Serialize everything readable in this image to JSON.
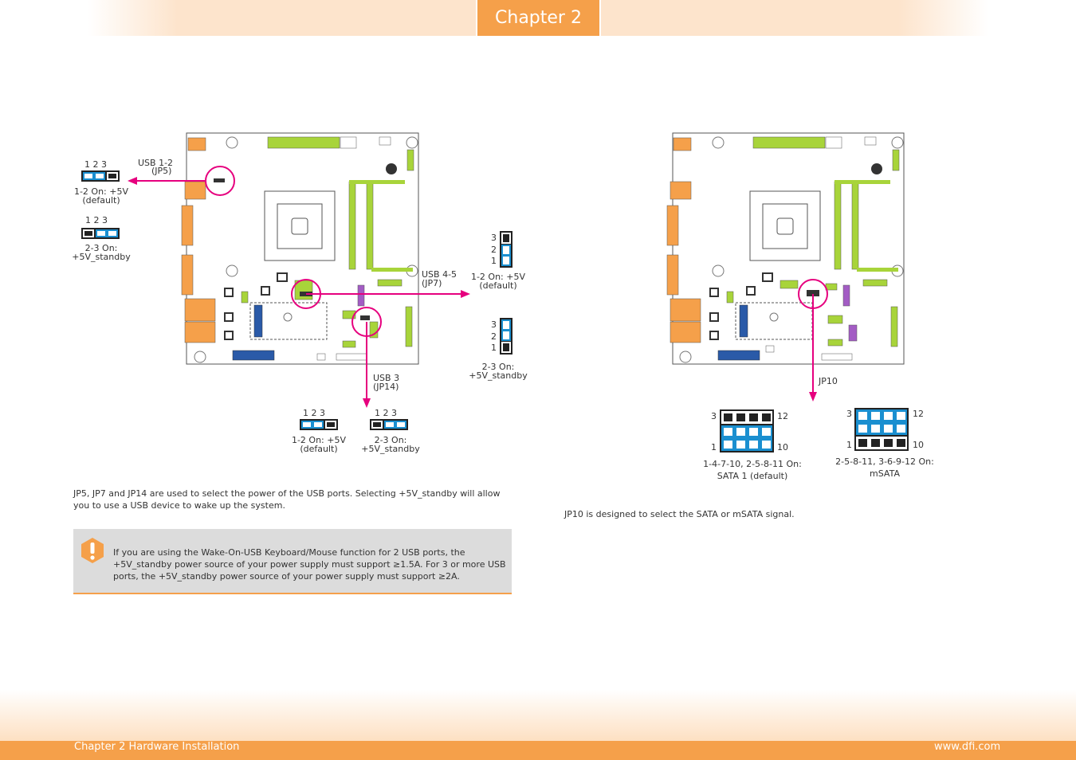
{
  "header": {
    "chapter": "Chapter 2"
  },
  "footer": {
    "left": "Chapter 2 Hardware Installation",
    "right": "www.dfi.com"
  },
  "colors": {
    "accent": "#f5a04a",
    "arrow": "#e6007e",
    "pin_on": "#1a8fd0",
    "pin_off": "#222222",
    "board_green": "#a8d43a"
  },
  "left_diagram": {
    "jp5": {
      "name": "USB 1-2",
      "id": "(JP5)",
      "pins": "1  2  3",
      "opt1": "1-2 On: +5V",
      "opt1b": "(default)",
      "opt2": "2-3 On:",
      "opt2b": "+5V_standby"
    },
    "jp7": {
      "name": "USB 4-5",
      "id": "(JP7)",
      "pin3": "3",
      "pin2": "2",
      "pin1": "1",
      "opt1": "1-2 On: +5V",
      "opt1b": "(default)",
      "opt2": "2-3 On:",
      "opt2b": "+5V_standby"
    },
    "jp14": {
      "name": "USB 3",
      "id": "(JP14)",
      "pins": "1  2  3",
      "opt1": "1-2 On: +5V",
      "opt1b": "(default)",
      "opt2": "2-3 On:",
      "opt2b": "+5V_standby"
    },
    "description": "JP5, JP7 and JP14 are used to select the power of the USB ports. Selecting +5V_standby will allow you to use a USB device to wake up the system.",
    "note": "If you are using the Wake-On-USB Keyboard/Mouse function for 2 USB ports, the +5V_standby power source of your power supply must support ≥1.5A. For 3 or more USB ports, the +5V_standby power source of your power supply must support ≥2A."
  },
  "right_diagram": {
    "jp10": {
      "name": "JP10",
      "a_top_left": "3",
      "a_top_right": "12",
      "a_bot_left": "1",
      "a_bot_right": "10",
      "opt1": "1-4-7-10, 2-5-8-11 On:",
      "opt1b": "SATA 1 (default)",
      "b_top_left": "3",
      "b_top_right": "12",
      "b_bot_left": "1",
      "b_bot_right": "10",
      "opt2": "2-5-8-11, 3-6-9-12  On:",
      "opt2b": "mSATA"
    },
    "description": "JP10 is designed to select the SATA or mSATA signal."
  }
}
